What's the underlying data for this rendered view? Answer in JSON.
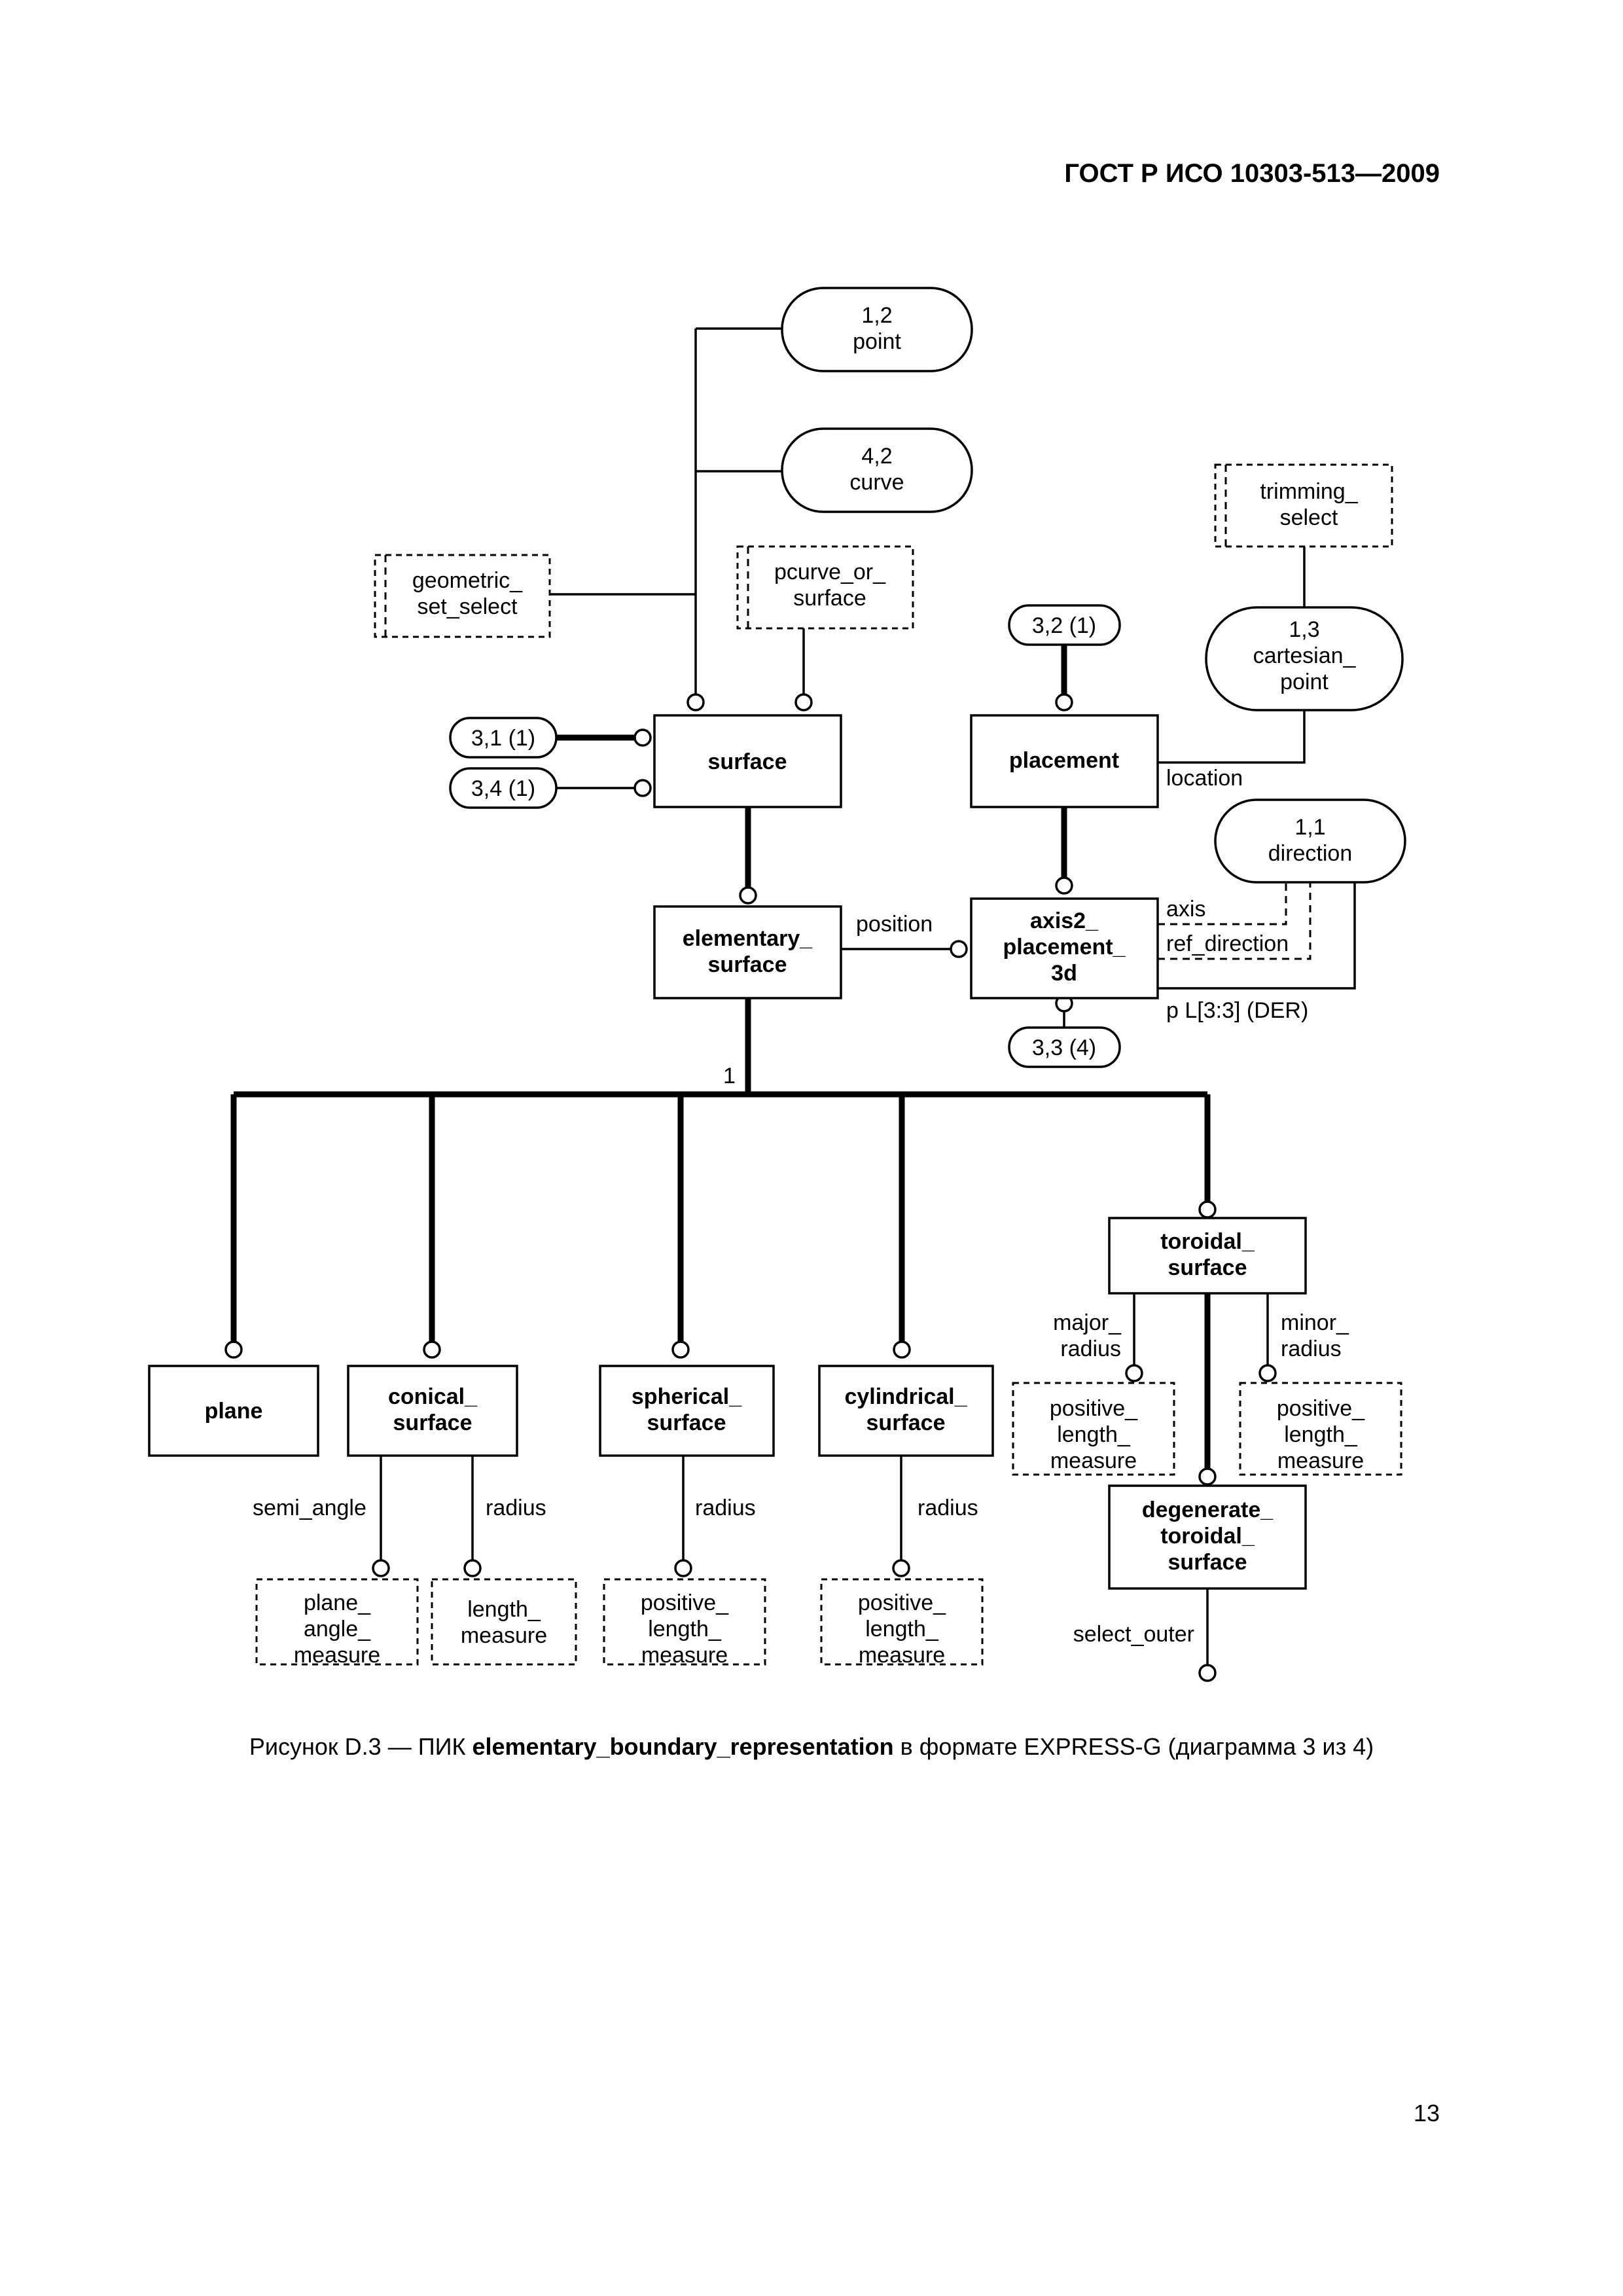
{
  "header": "ГОСТ Р ИСО 10303-513—2009",
  "page_number": "13",
  "caption": {
    "prefix": "Рисунок D.3 — ПИК ",
    "bold": "elementary_boundary_representation",
    "suffix": " в формате EXPRESS-G (диаграмма 3 из 4)"
  },
  "diagram": {
    "refs": {
      "point": [
        "1,2",
        "point"
      ],
      "curve": [
        "4,2",
        "curve"
      ],
      "cartesian_point": [
        "1,3",
        "cartesian_",
        "point"
      ],
      "direction": [
        "1,1",
        "direction"
      ],
      "ref_3_2": "3,2 (1)",
      "ref_3_1": "3,1 (1)",
      "ref_3_4": "3,4 (1)",
      "ref_3_3": "3,3 (4)"
    },
    "select_types": {
      "geometric_set_select": [
        "geometric_",
        "set_select"
      ],
      "pcurve_or_surface": [
        "pcurve_or_",
        "surface"
      ],
      "trimming_select": [
        "trimming_",
        "select"
      ]
    },
    "entities": {
      "surface": [
        "surface"
      ],
      "placement": [
        "placement"
      ],
      "elementary_surface": [
        "elementary_",
        "surface"
      ],
      "axis2_placement_3d": [
        "axis2_",
        "placement_",
        "3d"
      ],
      "plane": [
        "plane"
      ],
      "conical_surface": [
        "conical_",
        "surface"
      ],
      "spherical_surface": [
        "spherical_",
        "surface"
      ],
      "cylindrical_surface": [
        "cylindrical_",
        "surface"
      ],
      "toroidal_surface": [
        "toroidal_",
        "surface"
      ],
      "degenerate_toroidal_surface": [
        "degenerate_",
        "toroidal_",
        "surface"
      ]
    },
    "defined_types": {
      "plane_angle_measure": [
        "plane_",
        "angle_",
        "measure"
      ],
      "length_measure": [
        "length_",
        "measure"
      ],
      "positive_length_measure": [
        "positive_",
        "length_",
        "measure"
      ]
    },
    "attributes": {
      "location": "location",
      "position": "position",
      "axis": "axis",
      "ref_direction": "ref_direction",
      "p": "p L[3:3] (DER)",
      "semi_angle": "semi_angle",
      "radius": "radius",
      "major_radius": [
        "major_",
        "radius"
      ],
      "minor_radius": [
        "minor_",
        "radius"
      ],
      "select_outer": "select_outer",
      "one_of": "1"
    }
  }
}
